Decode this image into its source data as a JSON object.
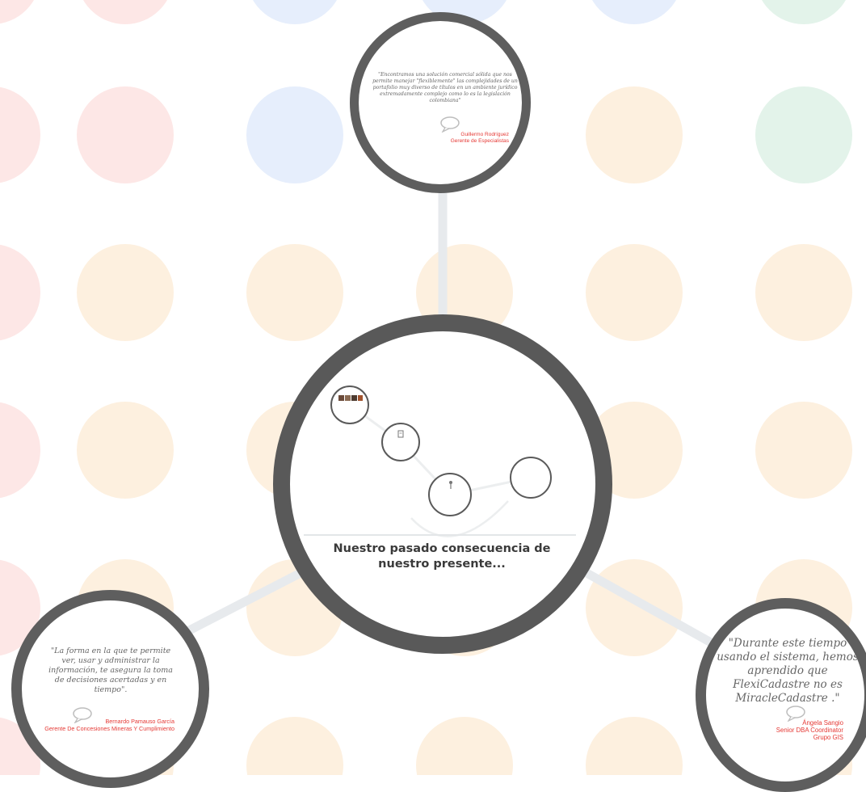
{
  "colors": {
    "frame_border": "#5e5e5e",
    "connector": "#e7eaed",
    "author_text": "#e53935",
    "quote_text": "#666666",
    "dot_red": "#fde7e6",
    "dot_blue": "#e6eefc",
    "dot_green": "#e3f3ea",
    "dot_orange": "#fdf0df"
  },
  "center": {
    "title": "Nuestro pasado consecuencia de nuestro presente...",
    "thumbnails": [
      {
        "caption": ""
      },
      {
        "caption": ""
      },
      {
        "caption": ""
      },
      {
        "caption": ""
      }
    ]
  },
  "testimonials": {
    "top": {
      "quote": "\"Encontramos una solución comercial sólida que nos permite manejar \"flexiblemente\" las complejidades de un portafolio muy diverso de títulos en un ambiente jurídico extremadamente complejo como lo es la legislación colombiana\"",
      "author": "Guillermo Rodríguez",
      "role": "Gerente de Especialistas",
      "icon": "speech-bubble-icon"
    },
    "left": {
      "quote": "\"La forma en la que te permite ver, usar y administrar la información, te asegura la toma de decisiones acertadas y en tiempo\".",
      "author": "Bernardo Pamauso García",
      "role": "Gerente De Concesiones Mineras Y Cumplimiento",
      "icon": "speech-bubble-icon"
    },
    "right": {
      "quote": "\"Durante este tiempo usando el sistema,  hemos aprendido que FlexiCadastre no es MiracleCadastre .\"",
      "author": "Ángela Sangio",
      "role": "Senior DBA Coordinator",
      "group": "Grupo GIS",
      "icon": "speech-bubble-icon"
    }
  }
}
